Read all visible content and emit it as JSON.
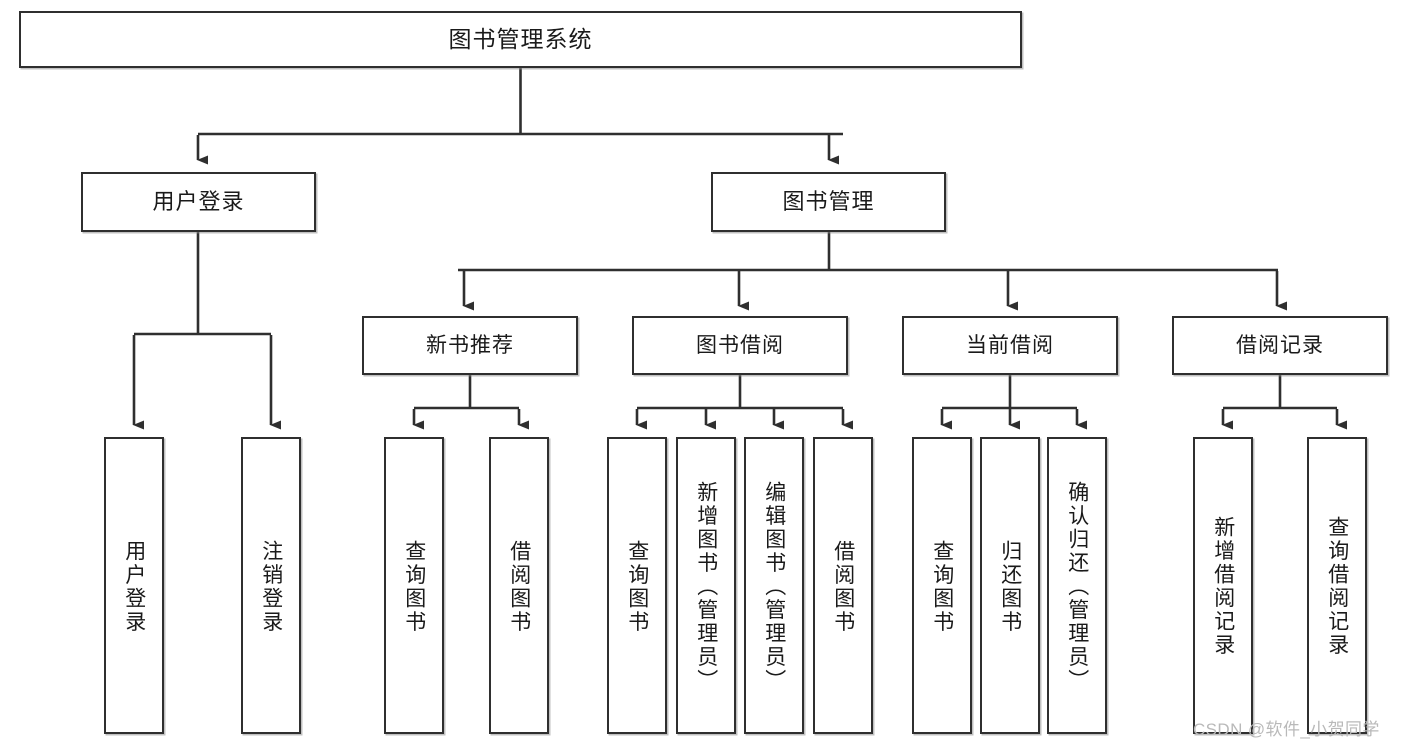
{
  "diagram": {
    "title_node": {
      "label": "图书管理系统"
    },
    "level2": [
      {
        "label": "用户登录"
      },
      {
        "label": "图书管理"
      }
    ],
    "level3": [
      {
        "label": "新书推荐"
      },
      {
        "label": "图书借阅"
      },
      {
        "label": "当前借阅"
      },
      {
        "label": "借阅记录"
      }
    ],
    "leaves": {
      "user_login": [
        {
          "label": "用户登录"
        },
        {
          "label": "注销登录"
        }
      ],
      "new_book_recommend": [
        {
          "label": "查询图书"
        },
        {
          "label": "借阅图书"
        }
      ],
      "book_borrow": [
        {
          "label": "查询图书"
        },
        {
          "label": "新增图书（管理员）"
        },
        {
          "label": "编辑图书（管理员）"
        },
        {
          "label": "借阅图书"
        }
      ],
      "current_borrow": [
        {
          "label": "查询图书"
        },
        {
          "label": "归还图书"
        },
        {
          "label": "确认归还（管理员）"
        }
      ],
      "borrow_record": [
        {
          "label": "新增借阅记录"
        },
        {
          "label": "查询借阅记录"
        }
      ]
    }
  },
  "watermark": {
    "text": "CSDN @软件_小贺同学"
  },
  "colors": {
    "stroke": "#2f2f2f",
    "fill": "#ffffff",
    "text": "#1a1a1a",
    "watermark": "#b9b9b9"
  }
}
